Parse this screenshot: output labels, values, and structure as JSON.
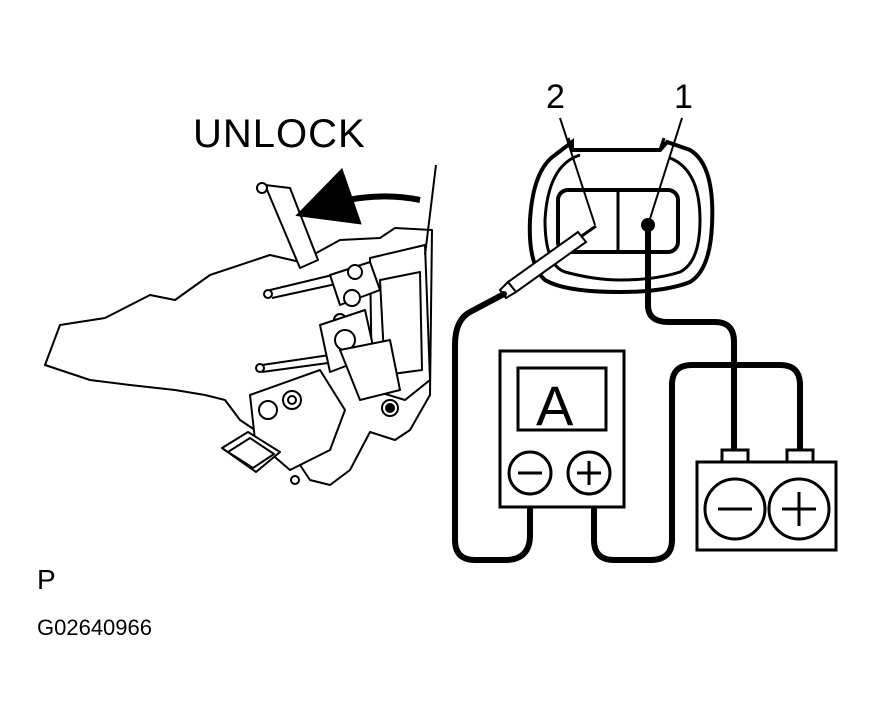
{
  "direction_label": "UNLOCK",
  "connector": {
    "pin_2": "2",
    "pin_1": "1"
  },
  "ammeter": {
    "symbol": "A"
  },
  "view_letter": "P",
  "figure_code": "G02640966"
}
